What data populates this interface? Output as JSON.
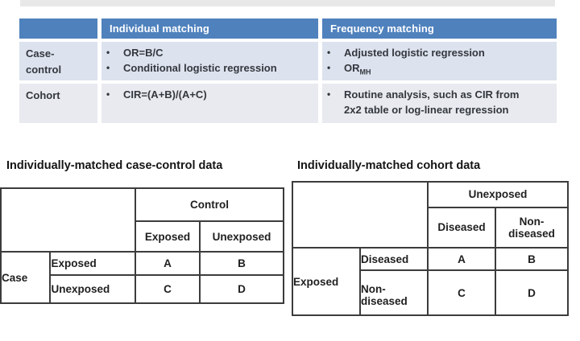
{
  "glyphs": {
    "bullet": "•"
  },
  "colors": {
    "header_blue": "#4f81bd",
    "row_band_dark": "#dce2ee",
    "row_band_light": "#e8eaef",
    "table_border": "#3c3c3c"
  },
  "summary_table": {
    "corner_label": "",
    "headers": [
      "Individual matching",
      "Frequency matching"
    ],
    "rows": [
      {
        "label": "Case-control",
        "individual_bullets": [
          "OR=B/C",
          "Conditional logistic regression"
        ],
        "frequency_bullets": [
          "Adjusted logistic regression"
        ],
        "frequency_or": {
          "base": "OR",
          "sub": "MH"
        }
      },
      {
        "label": "Cohort",
        "individual_bullets": [
          "CIR=(A+B)/(A+C)"
        ],
        "frequency_bullets": [
          "Routine analysis, such as CIR from 2x2 table or log-linear regression"
        ]
      }
    ]
  },
  "case_control_table": {
    "title": "Individually-matched case-control data",
    "column_group": "Control",
    "column_headers": [
      "Exposed",
      "Unexposed"
    ],
    "row_group": "Case",
    "row_headers": [
      "Exposed",
      "Unexposed"
    ],
    "cells": [
      [
        "A",
        "B"
      ],
      [
        "C",
        "D"
      ]
    ]
  },
  "cohort_table": {
    "title": "Individually-matched cohort data",
    "column_group": "Unexposed",
    "column_headers": [
      "Diseased",
      "Non-diseased"
    ],
    "row_group": "Exposed",
    "row_headers": [
      "Diseased",
      "Non-diseased"
    ],
    "cells": [
      [
        "A",
        "B"
      ],
      [
        "C",
        "D"
      ]
    ]
  }
}
